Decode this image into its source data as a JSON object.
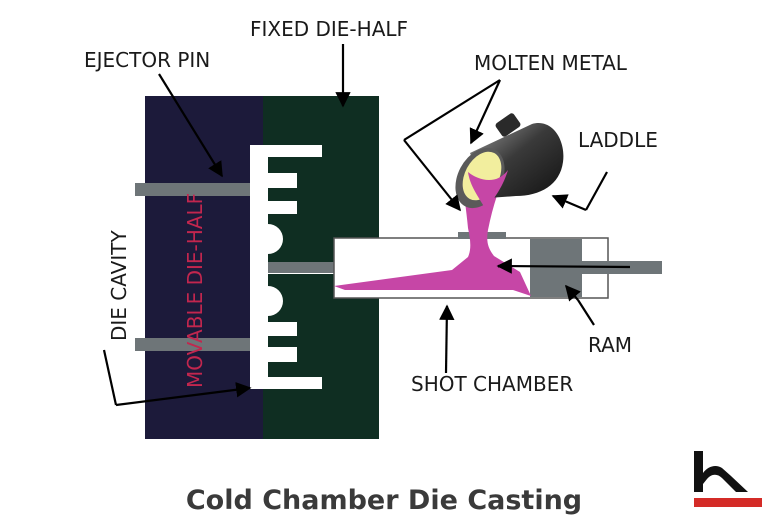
{
  "labels": {
    "fixed_die_half": "FIXED DIE-HALF",
    "ejector_pin": "EJECTOR PIN",
    "molten_metal": "MOLTEN METAL",
    "laddle": "LADDLE",
    "die_cavity": "DIE CAVITY",
    "movable_die_half": "MOVABLE DIE-HALF",
    "ram": "RAM",
    "shot_chamber": "SHOT CHAMBER"
  },
  "caption": "Cold Chamber Die Casting",
  "logo": {
    "letter": "h"
  },
  "colors": {
    "movable_die": "#1c1a3a",
    "fixed_die": "#0f2e22",
    "molten_metal": "#c646a6",
    "ladle_body": "#444444",
    "ladle_fill": "#f2ee9e",
    "pin": "#6e7578",
    "movable_label": "#c2264e",
    "logo_bar": "#d42b27",
    "text": "#1a1a1a"
  }
}
